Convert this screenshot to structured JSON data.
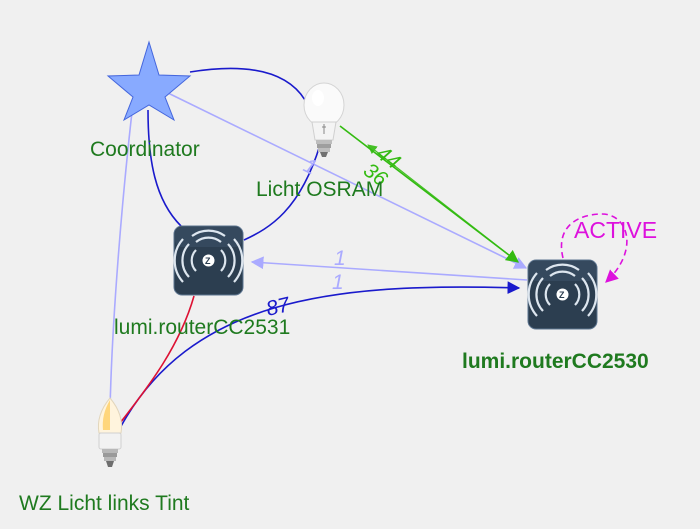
{
  "colors": {
    "background": "#f0f0f0",
    "label_green": "#1f7a1f",
    "edge_light_blue": "#aaaaff",
    "edge_dark_blue": "#1a1acc",
    "edge_green": "#33bb11",
    "edge_red": "#dd1133",
    "edge_magenta": "#dd11dd",
    "coordinator_fill": "#88aaff",
    "router_fill": "#2c3e50"
  },
  "nodes": {
    "coordinator": {
      "label": "Coordinator",
      "icon": "star-icon"
    },
    "licht_osram": {
      "label": "Licht OSRAM",
      "icon": "bulb-icon"
    },
    "router_2531": {
      "label": "lumi.routerCC2531",
      "icon": "zigbee-router-icon"
    },
    "router_2530": {
      "label": "lumi.routerCC2530",
      "icon": "zigbee-router-icon"
    },
    "wz_licht": {
      "label": "WZ Licht links Tint",
      "icon": "candle-bulb-icon"
    }
  },
  "edge_labels": {
    "osram_to_2530": "44",
    "osram_to_2530_back": "36",
    "coordinator_to_2530": "1",
    "router2530_to_2531_upper": "1",
    "router2530_to_2531_lower": "1",
    "wz_to_2530": "87",
    "self_loop": "ACTIVE"
  }
}
